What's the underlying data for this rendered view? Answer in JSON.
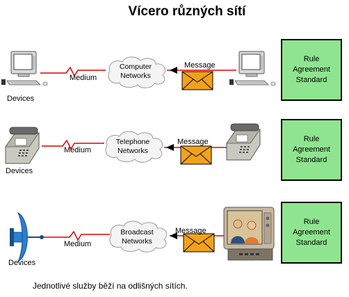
{
  "title": "Vícero různých sítí",
  "footer": "Jednotlivé služby běží na odlišných sítích.",
  "rows": [
    {
      "devices_label": "Devices",
      "medium_label": "Medium",
      "network_line1": "Computer",
      "network_line2": "Networks",
      "message_label": "Message",
      "rule": [
        "Rule",
        "Agreement",
        "Standard"
      ]
    },
    {
      "devices_label": "Devices",
      "medium_label": "Medium",
      "network_line1": "Telephone",
      "network_line2": "Networks",
      "message_label": "Message",
      "rule": [
        "Rule",
        "Agreement",
        "Standard"
      ]
    },
    {
      "devices_label": "Devices",
      "medium_label": "Medium",
      "network_line1": "Broadcast",
      "network_line2": "Networks",
      "message_label": "Message",
      "rule": [
        "Rule",
        "Agreement",
        "Standard"
      ]
    }
  ],
  "colors": {
    "rule_box": "#8fe58f",
    "medium_line": "#e00000",
    "envelope": "#f2a21a"
  }
}
